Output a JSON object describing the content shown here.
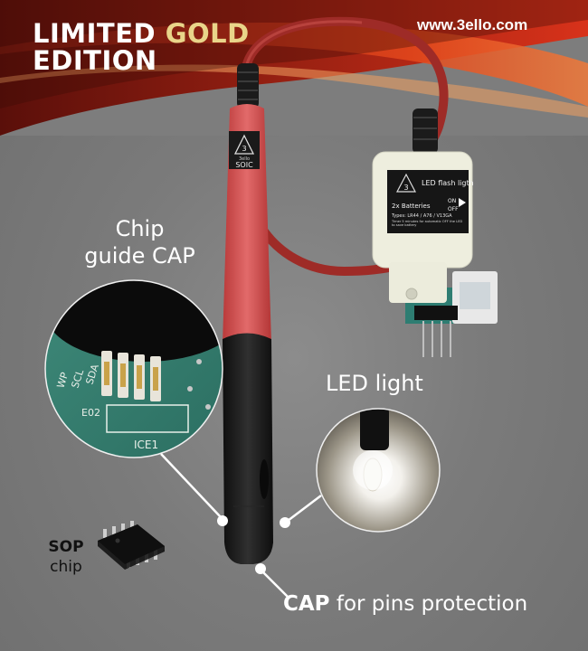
{
  "headline": {
    "line1_white": "LIMITED",
    "line1_gold": "GOLD",
    "line2": "EDITION"
  },
  "website": "www.3ello.com",
  "labels": {
    "chip_guide_line1": "Chip",
    "chip_guide_line2": "guide CAP",
    "led_light": "LED light",
    "sop_line1": "SOP",
    "sop_line2": "chip",
    "cap_bold": "CAP",
    "cap_rest": " for pins protection"
  },
  "probe": {
    "model": "SOIC",
    "brand": "3ello"
  },
  "module": {
    "title": "LED flash ligth",
    "switch_on": "ON",
    "switch_off": "OFF",
    "batteries": "2x Batteries",
    "types": "Types:  LR44 / A76 / V13GA",
    "timer": "Timer 5 minutes  for automatic OFF the LED to save battery"
  },
  "pcb": {
    "pin_labels": [
      "WP",
      "SCL",
      "SDA"
    ],
    "silkscreen": "ICE1",
    "ref": "E02"
  },
  "colors": {
    "gold": "#e9d58a",
    "cable": "#a92e2a",
    "probe": "#d94f4f",
    "grip": "#1c1c1c"
  }
}
